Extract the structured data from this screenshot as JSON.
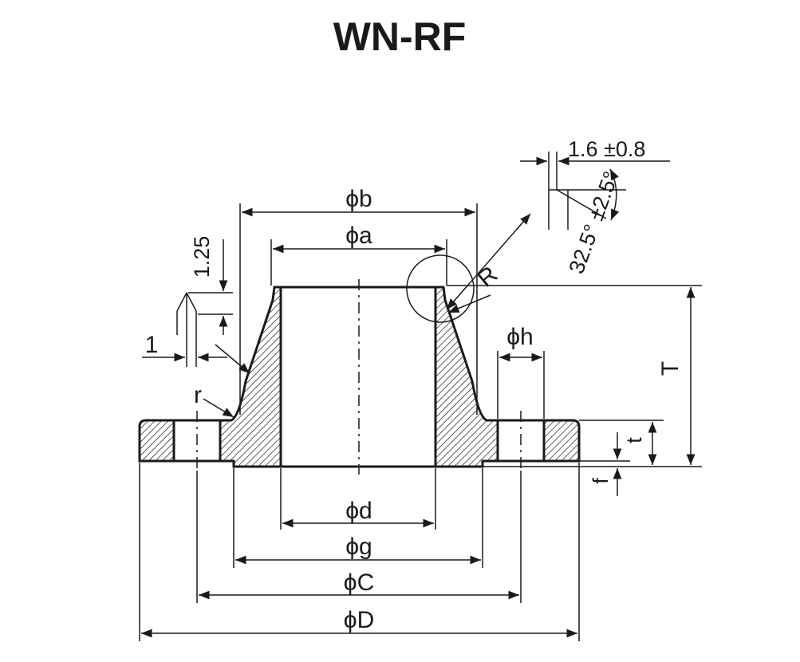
{
  "title": "WN-RF",
  "labels": {
    "phi_b": "ϕb",
    "phi_a": "ϕa",
    "R": "R",
    "phi_h": "ϕh",
    "T": "T",
    "t": "t",
    "f": "f",
    "r": "r",
    "one": "1",
    "one_25": "1.25",
    "tol": "1.6 ±0.8",
    "angle": "32.5° ±2.5°",
    "phi_d": "ϕd",
    "phi_g": "ϕg",
    "phi_C": "ϕC",
    "phi_D": "ϕD"
  },
  "colors": {
    "ink": "#1a1a1a",
    "paper": "#ffffff"
  }
}
